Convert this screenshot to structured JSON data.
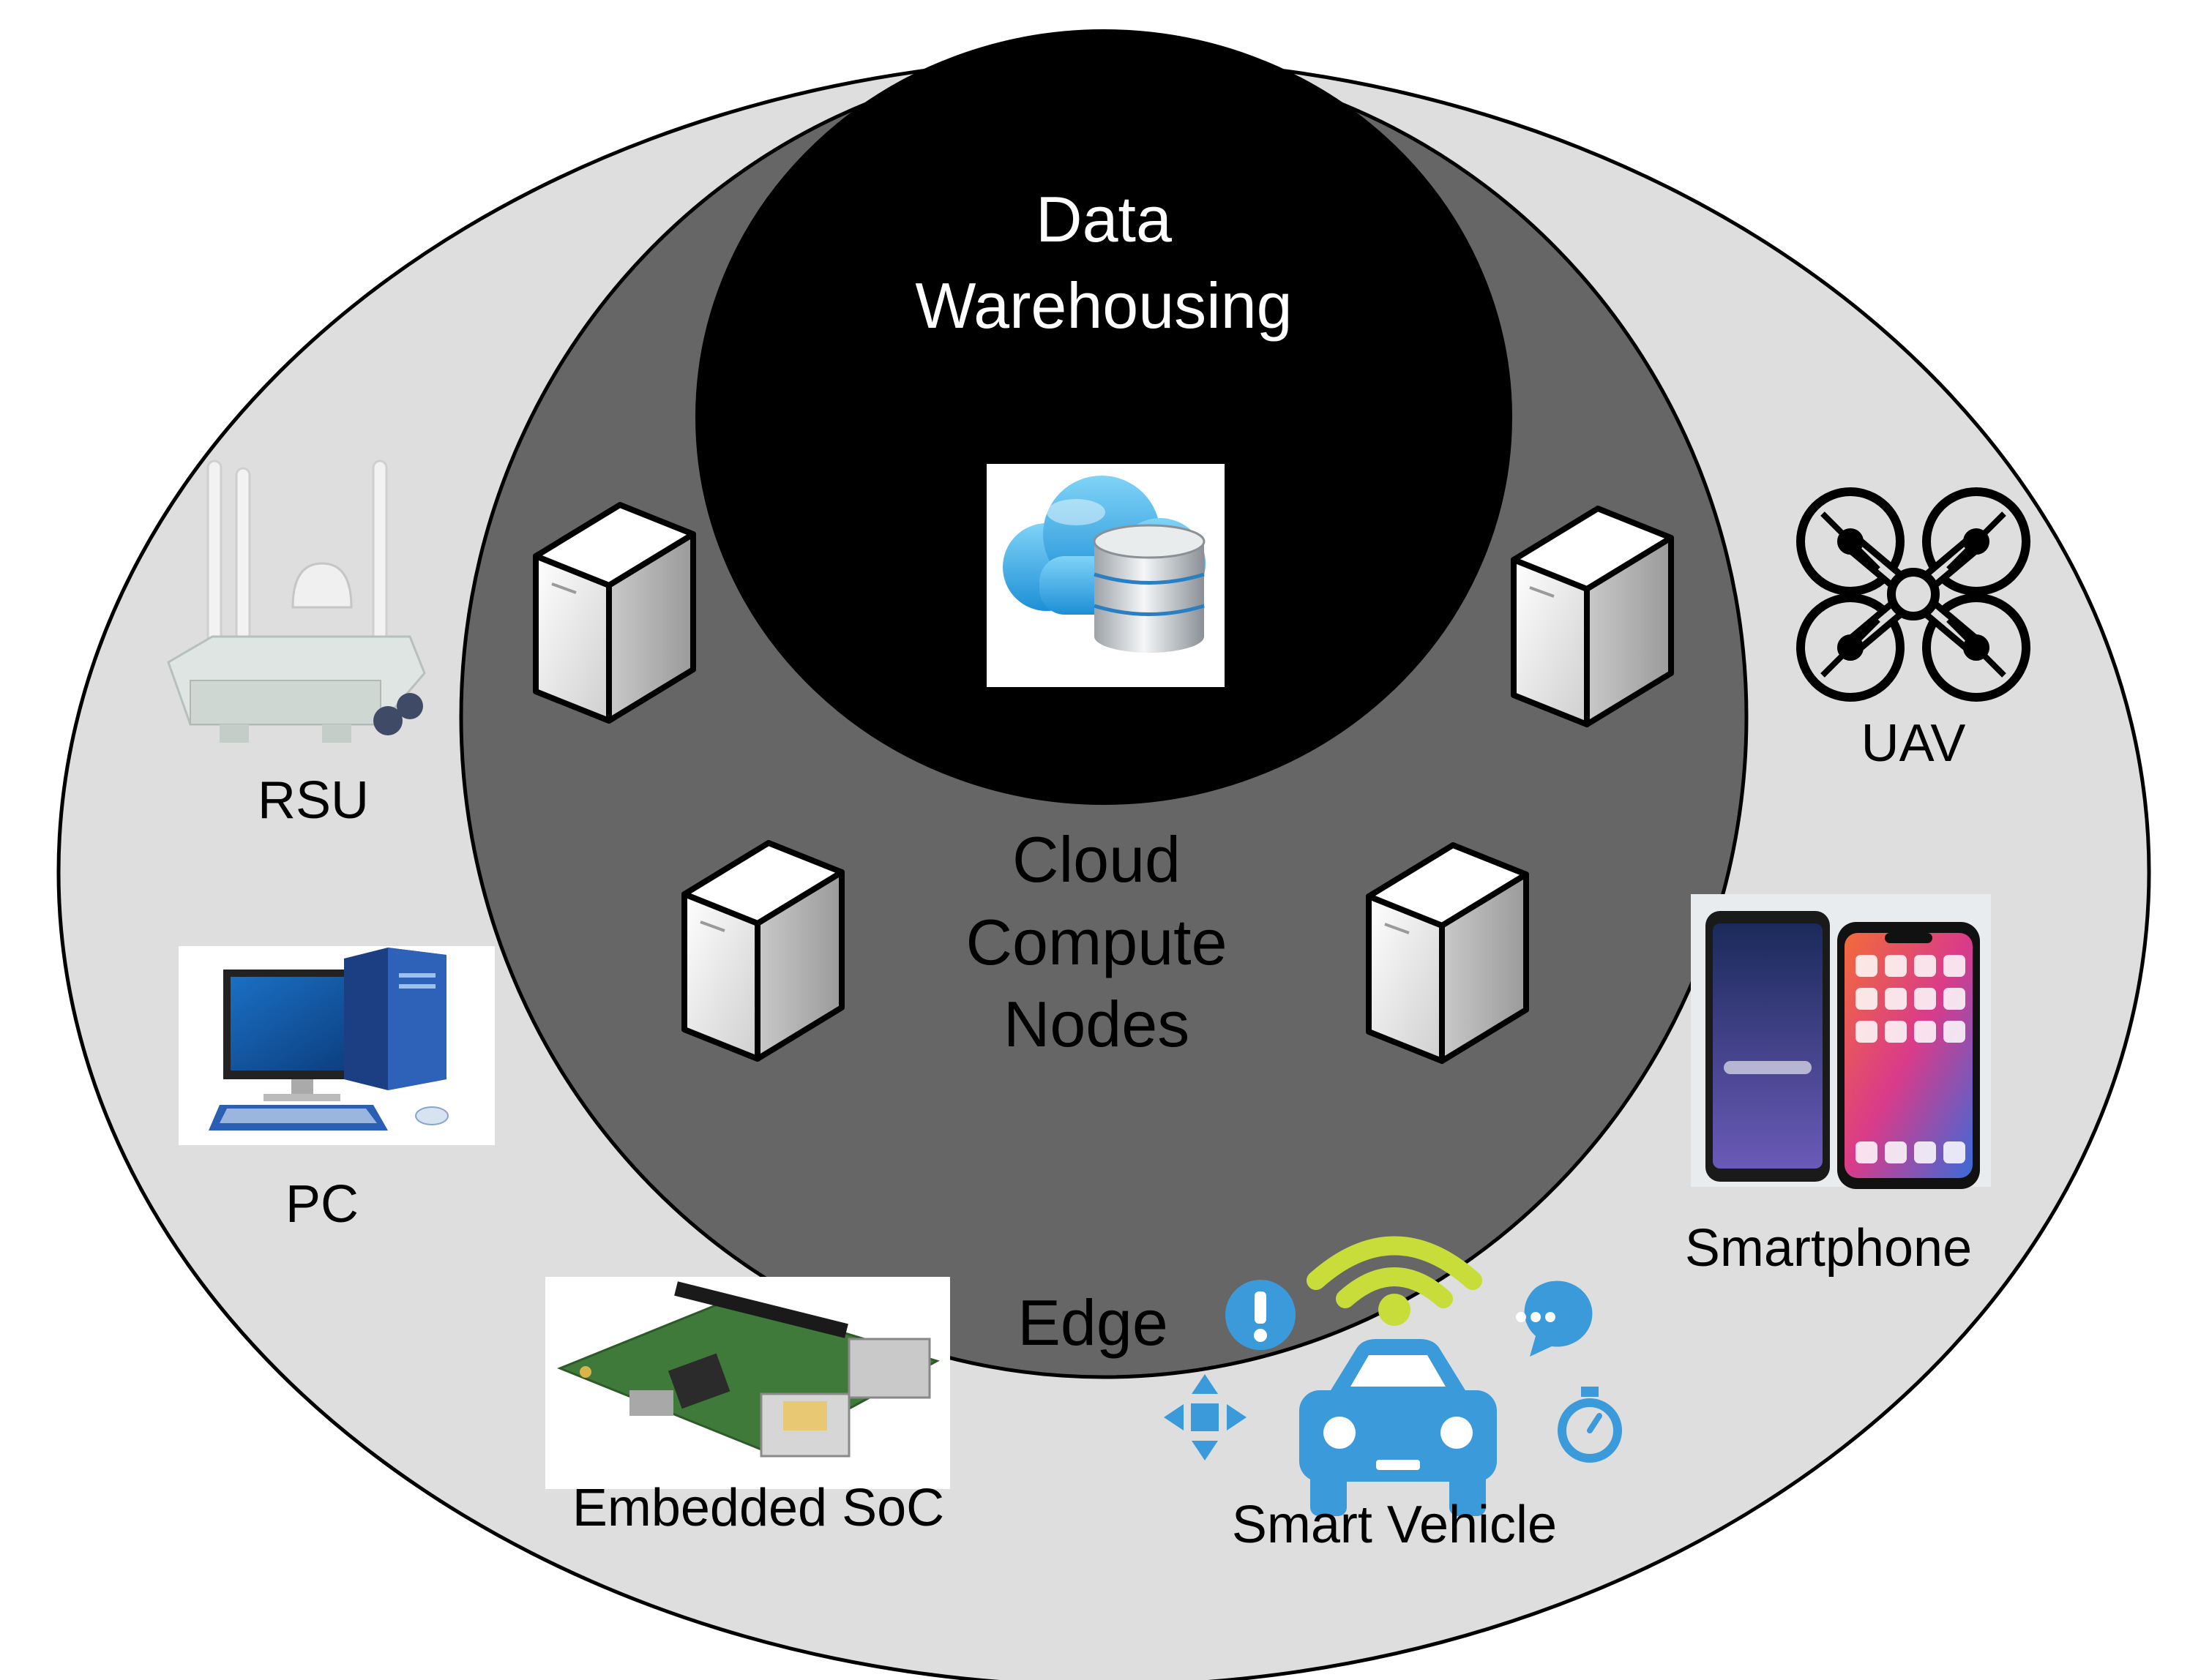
{
  "core": {
    "title_line1": "Data",
    "title_line2": "Warehousing"
  },
  "cloud": {
    "label_line1": "Cloud",
    "label_line2": "Compute",
    "label_line3": "Nodes"
  },
  "edge": {
    "label": "Edge",
    "devices": {
      "rsu": "RSU",
      "pc": "PC",
      "soc": "Embedded SoC",
      "vehicle": "Smart Vehicle",
      "smartphone": "Smartphone",
      "uav": "UAV"
    }
  },
  "colors": {
    "edge_fill": "#dedede",
    "cloud_fill": "#666666",
    "core_fill": "#000000",
    "vehicle_blue": "#3b9ad9",
    "wifi_green": "#c8dc3a"
  }
}
